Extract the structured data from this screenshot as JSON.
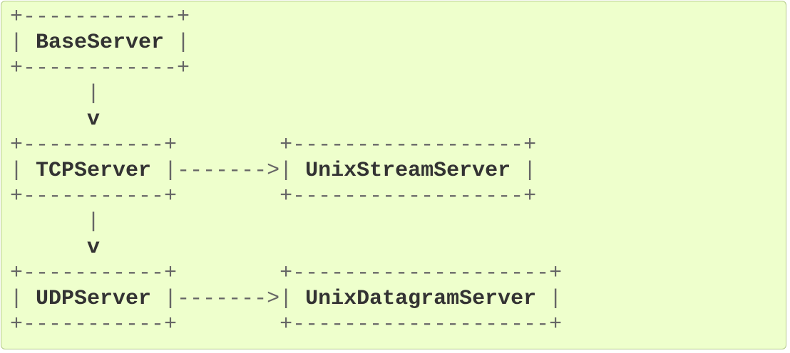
{
  "diagram": {
    "lines": [
      {
        "frame_left": "+------------+",
        "name": "",
        "frame_right": "",
        "link": "",
        "target_frame_left": "",
        "target_name": "",
        "target_frame_right": ""
      },
      {
        "frame_left": "| ",
        "name": "BaseServer",
        "frame_right": " |",
        "link": "",
        "target_frame_left": "",
        "target_name": "",
        "target_frame_right": ""
      },
      {
        "frame_left": "+------------+",
        "name": "",
        "frame_right": "",
        "link": "",
        "target_frame_left": "",
        "target_name": "",
        "target_frame_right": ""
      },
      {
        "frame_left": "      |",
        "name": "",
        "frame_right": "",
        "link": "",
        "target_frame_left": "",
        "target_name": "",
        "target_frame_right": ""
      },
      {
        "frame_left": "      ",
        "name": "v",
        "frame_right": "",
        "link": "",
        "target_frame_left": "",
        "target_name": "",
        "target_frame_right": ""
      },
      {
        "frame_left": "+-----------+",
        "name": "",
        "frame_right": "",
        "link": "        ",
        "target_frame_left": "+------------------+",
        "target_name": "",
        "target_frame_right": ""
      },
      {
        "frame_left": "| ",
        "name": "TCPServer",
        "frame_right": " |",
        "link": "------->",
        "target_frame_left": "| ",
        "target_name": "UnixStreamServer",
        "target_frame_right": " |"
      },
      {
        "frame_left": "+-----------+",
        "name": "",
        "frame_right": "",
        "link": "        ",
        "target_frame_left": "+------------------+",
        "target_name": "",
        "target_frame_right": ""
      },
      {
        "frame_left": "      |",
        "name": "",
        "frame_right": "",
        "link": "",
        "target_frame_left": "",
        "target_name": "",
        "target_frame_right": ""
      },
      {
        "frame_left": "      ",
        "name": "v",
        "frame_right": "",
        "link": "",
        "target_frame_left": "",
        "target_name": "",
        "target_frame_right": ""
      },
      {
        "frame_left": "+-----------+",
        "name": "",
        "frame_right": "",
        "link": "        ",
        "target_frame_left": "+--------------------+",
        "target_name": "",
        "target_frame_right": ""
      },
      {
        "frame_left": "| ",
        "name": "UDPServer",
        "frame_right": " |",
        "link": "------->",
        "target_frame_left": "| ",
        "target_name": "UnixDatagramServer",
        "target_frame_right": " |"
      },
      {
        "frame_left": "+-----------+",
        "name": "",
        "frame_right": "",
        "link": "        ",
        "target_frame_left": "+--------------------+",
        "target_name": "",
        "target_frame_right": ""
      }
    ]
  },
  "colors": {
    "background": "#eeffcc",
    "border": "#b3c98b",
    "text": "#333333",
    "frame": "#666666"
  }
}
